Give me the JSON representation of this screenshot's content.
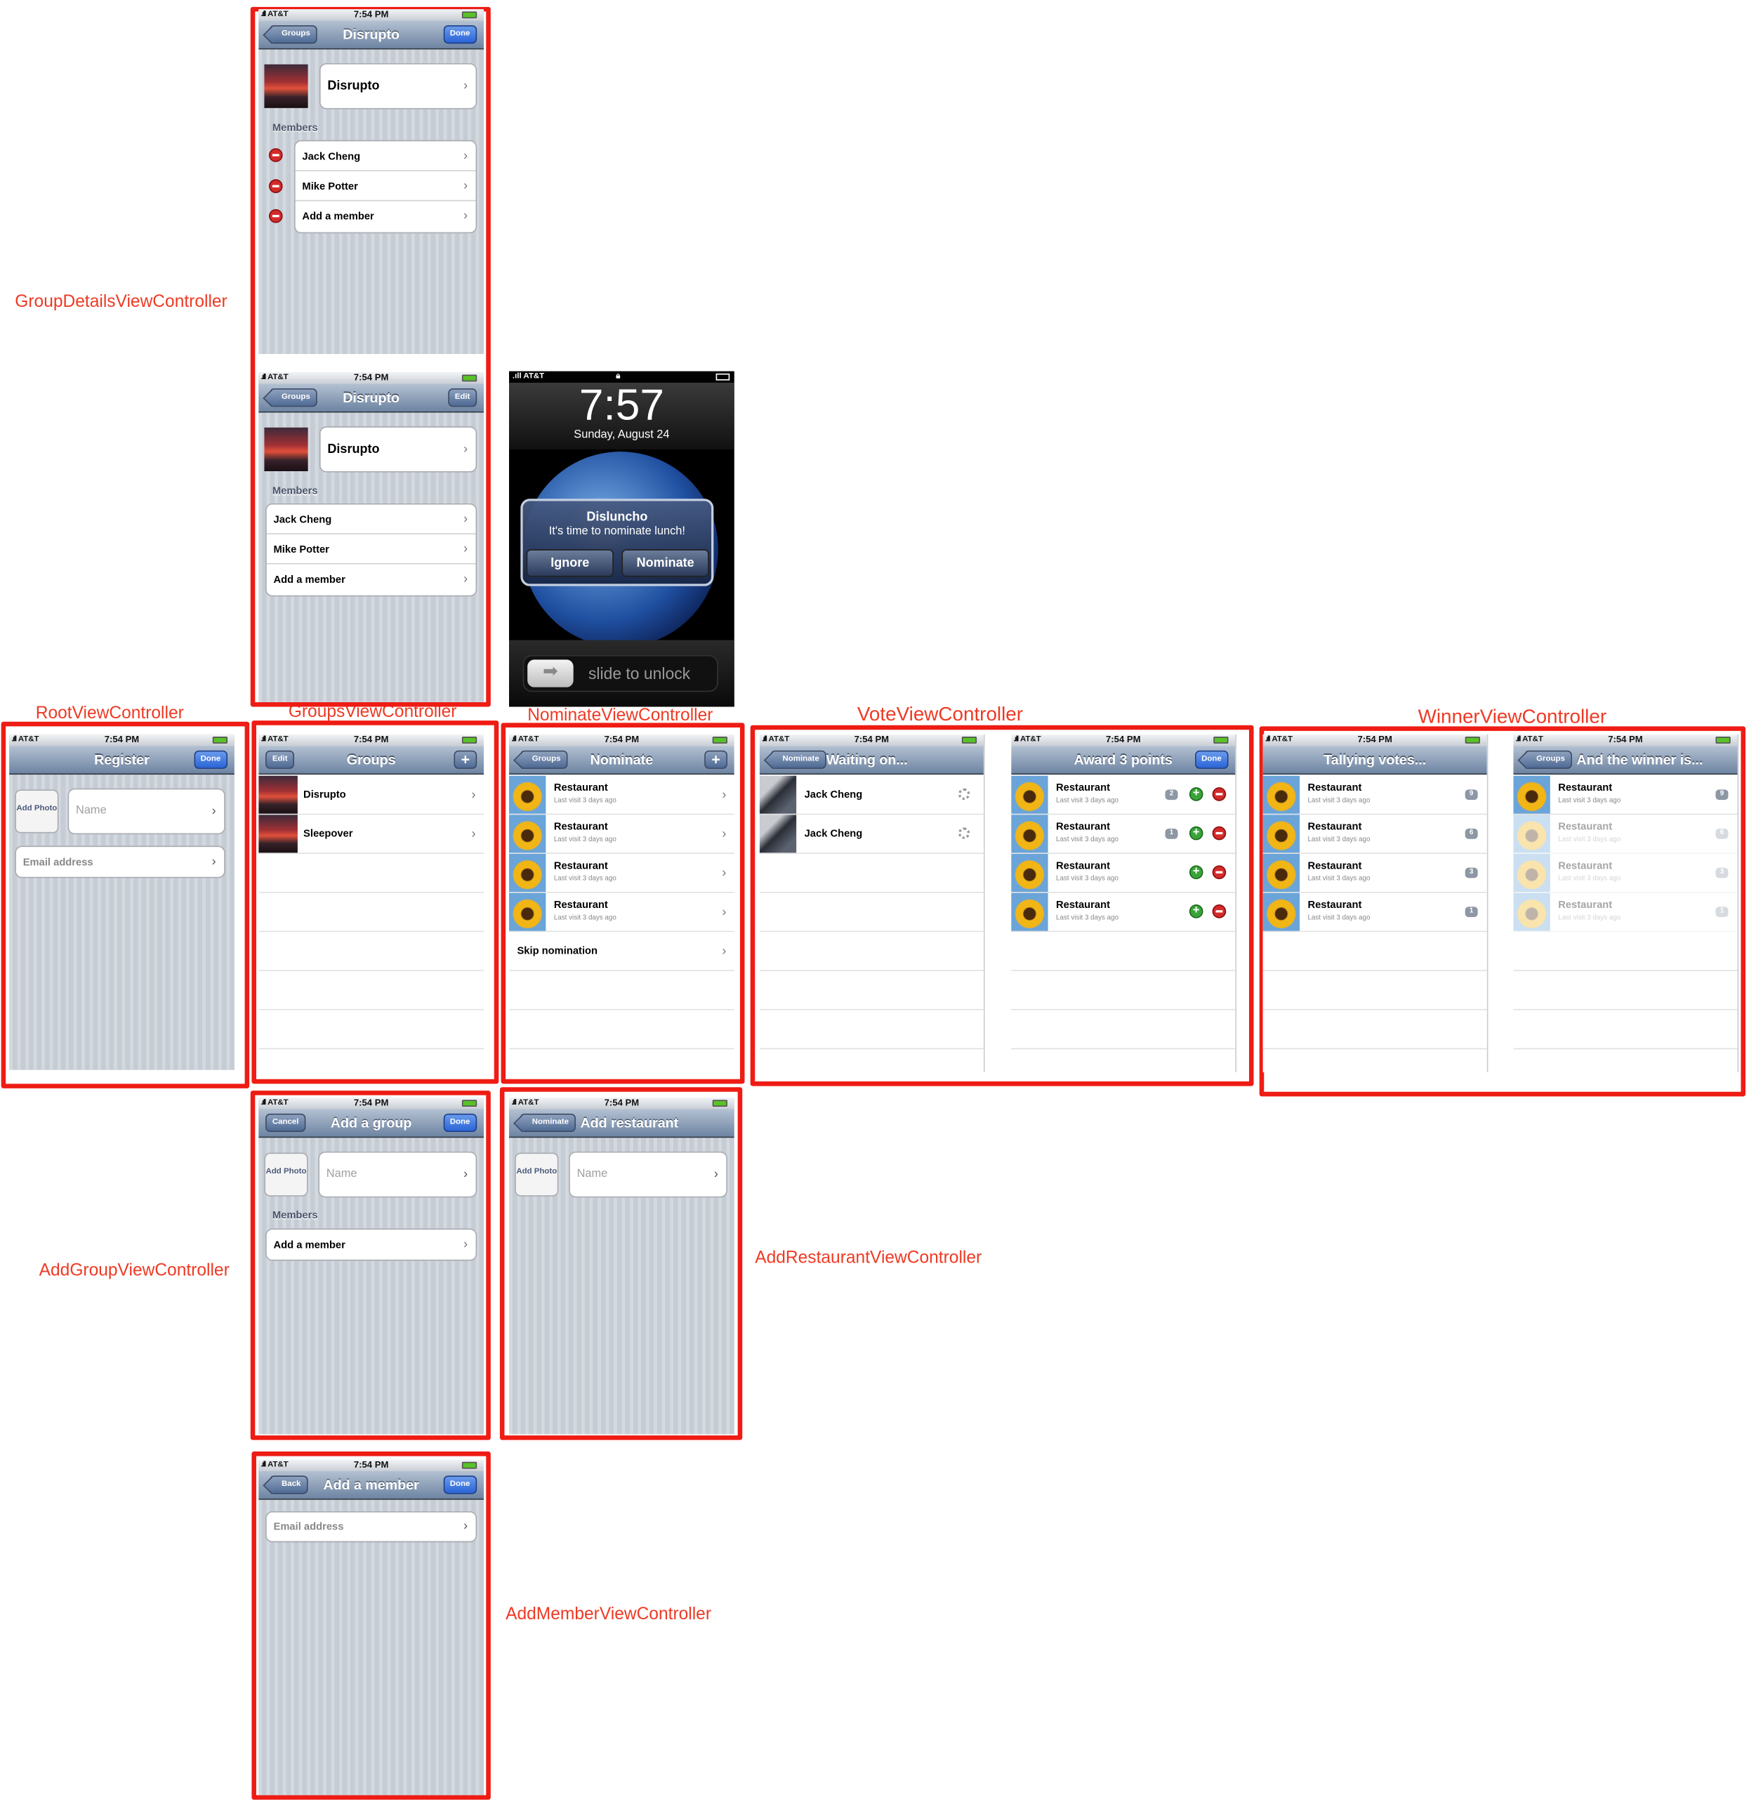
{
  "status_bar": {
    "carrier": "AT&T",
    "time": "7:54 PM"
  },
  "labels": {
    "group_details": "GroupDetailsViewController",
    "root": "RootViewController",
    "groups": "GroupsViewController",
    "nominate": "NominateViewController",
    "vote": "VoteViewController",
    "winner": "WinnerViewController",
    "add_group": "AddGroupViewController",
    "add_restaurant": "AddRestaurantViewController",
    "add_member": "AddMemberViewController"
  },
  "group_details_edit": {
    "back": "Groups",
    "title": "Disrupto",
    "done": "Done",
    "group_name": "Disrupto",
    "section": "Members",
    "members": [
      "Jack Cheng",
      "Mike Potter",
      "Add a member"
    ]
  },
  "group_details": {
    "back": "Groups",
    "title": "Disrupto",
    "edit": "Edit",
    "group_name": "Disrupto",
    "section": "Members",
    "members": [
      "Jack Cheng",
      "Mike Potter",
      "Add a member"
    ]
  },
  "lock_screen": {
    "carrier": "AT&T",
    "time": "7:57",
    "date": "Sunday, August 24",
    "alert_title": "Disluncho",
    "alert_message": "It's time to nominate lunch!",
    "ignore": "Ignore",
    "nominate": "Nominate",
    "slider": "slide to unlock"
  },
  "root": {
    "title": "Register",
    "done": "Done",
    "add_photo": "Add Photo",
    "name_placeholder": "Name",
    "email_placeholder": "Email address"
  },
  "groups": {
    "edit": "Edit",
    "title": "Groups",
    "plus": "+",
    "items": [
      "Disrupto",
      "Sleepover"
    ]
  },
  "nominate": {
    "back": "Groups",
    "title": "Nominate",
    "plus": "+",
    "restaurants": [
      {
        "name": "Restaurant",
        "sub": "Last visit 3 days ago"
      },
      {
        "name": "Restaurant",
        "sub": "Last visit 3 days ago"
      },
      {
        "name": "Restaurant",
        "sub": "Last visit 3 days ago"
      },
      {
        "name": "Restaurant",
        "sub": "Last visit 3 days ago"
      }
    ],
    "skip": "Skip nomination"
  },
  "vote_waiting": {
    "back": "Nominate",
    "title": "Waiting on...",
    "people": [
      "Jack Cheng",
      "Jack Cheng"
    ]
  },
  "vote_award": {
    "title": "Award 3 points",
    "done": "Done",
    "restaurants": [
      {
        "name": "Restaurant",
        "sub": "Last visit 3 days ago",
        "points": "2"
      },
      {
        "name": "Restaurant",
        "sub": "Last visit 3 days ago",
        "points": "1"
      },
      {
        "name": "Restaurant",
        "sub": "Last visit 3 days ago",
        "points": ""
      },
      {
        "name": "Restaurant",
        "sub": "Last visit 3 days ago",
        "points": ""
      }
    ]
  },
  "tally": {
    "title": "Tallying votes...",
    "restaurants": [
      {
        "name": "Restaurant",
        "sub": "Last visit 3 days ago",
        "score": "9"
      },
      {
        "name": "Restaurant",
        "sub": "Last visit 3 days ago",
        "score": "6"
      },
      {
        "name": "Restaurant",
        "sub": "Last visit 3 days ago",
        "score": "3"
      },
      {
        "name": "Restaurant",
        "sub": "Last visit 3 days ago",
        "score": "1"
      }
    ]
  },
  "winner": {
    "back": "Groups",
    "title": "And the winner is...",
    "restaurants": [
      {
        "name": "Restaurant",
        "sub": "Last visit 3 days ago",
        "score": "9"
      },
      {
        "name": "Restaurant",
        "sub": "Last visit 3 days ago",
        "score": "6"
      },
      {
        "name": "Restaurant",
        "sub": "Last visit 3 days ago",
        "score": "3"
      },
      {
        "name": "Restaurant",
        "sub": "Last visit 3 days ago",
        "score": "1"
      }
    ]
  },
  "add_group": {
    "cancel": "Cancel",
    "title": "Add a group",
    "done": "Done",
    "add_photo": "Add Photo",
    "name_placeholder": "Name",
    "section": "Members",
    "add_member": "Add a member"
  },
  "add_restaurant": {
    "back": "Nominate",
    "title": "Add restaurant",
    "add_photo": "Add Photo",
    "name_placeholder": "Name"
  },
  "add_member_screen": {
    "back": "Back",
    "title": "Add a member",
    "done": "Done",
    "email_placeholder": "Email address"
  }
}
